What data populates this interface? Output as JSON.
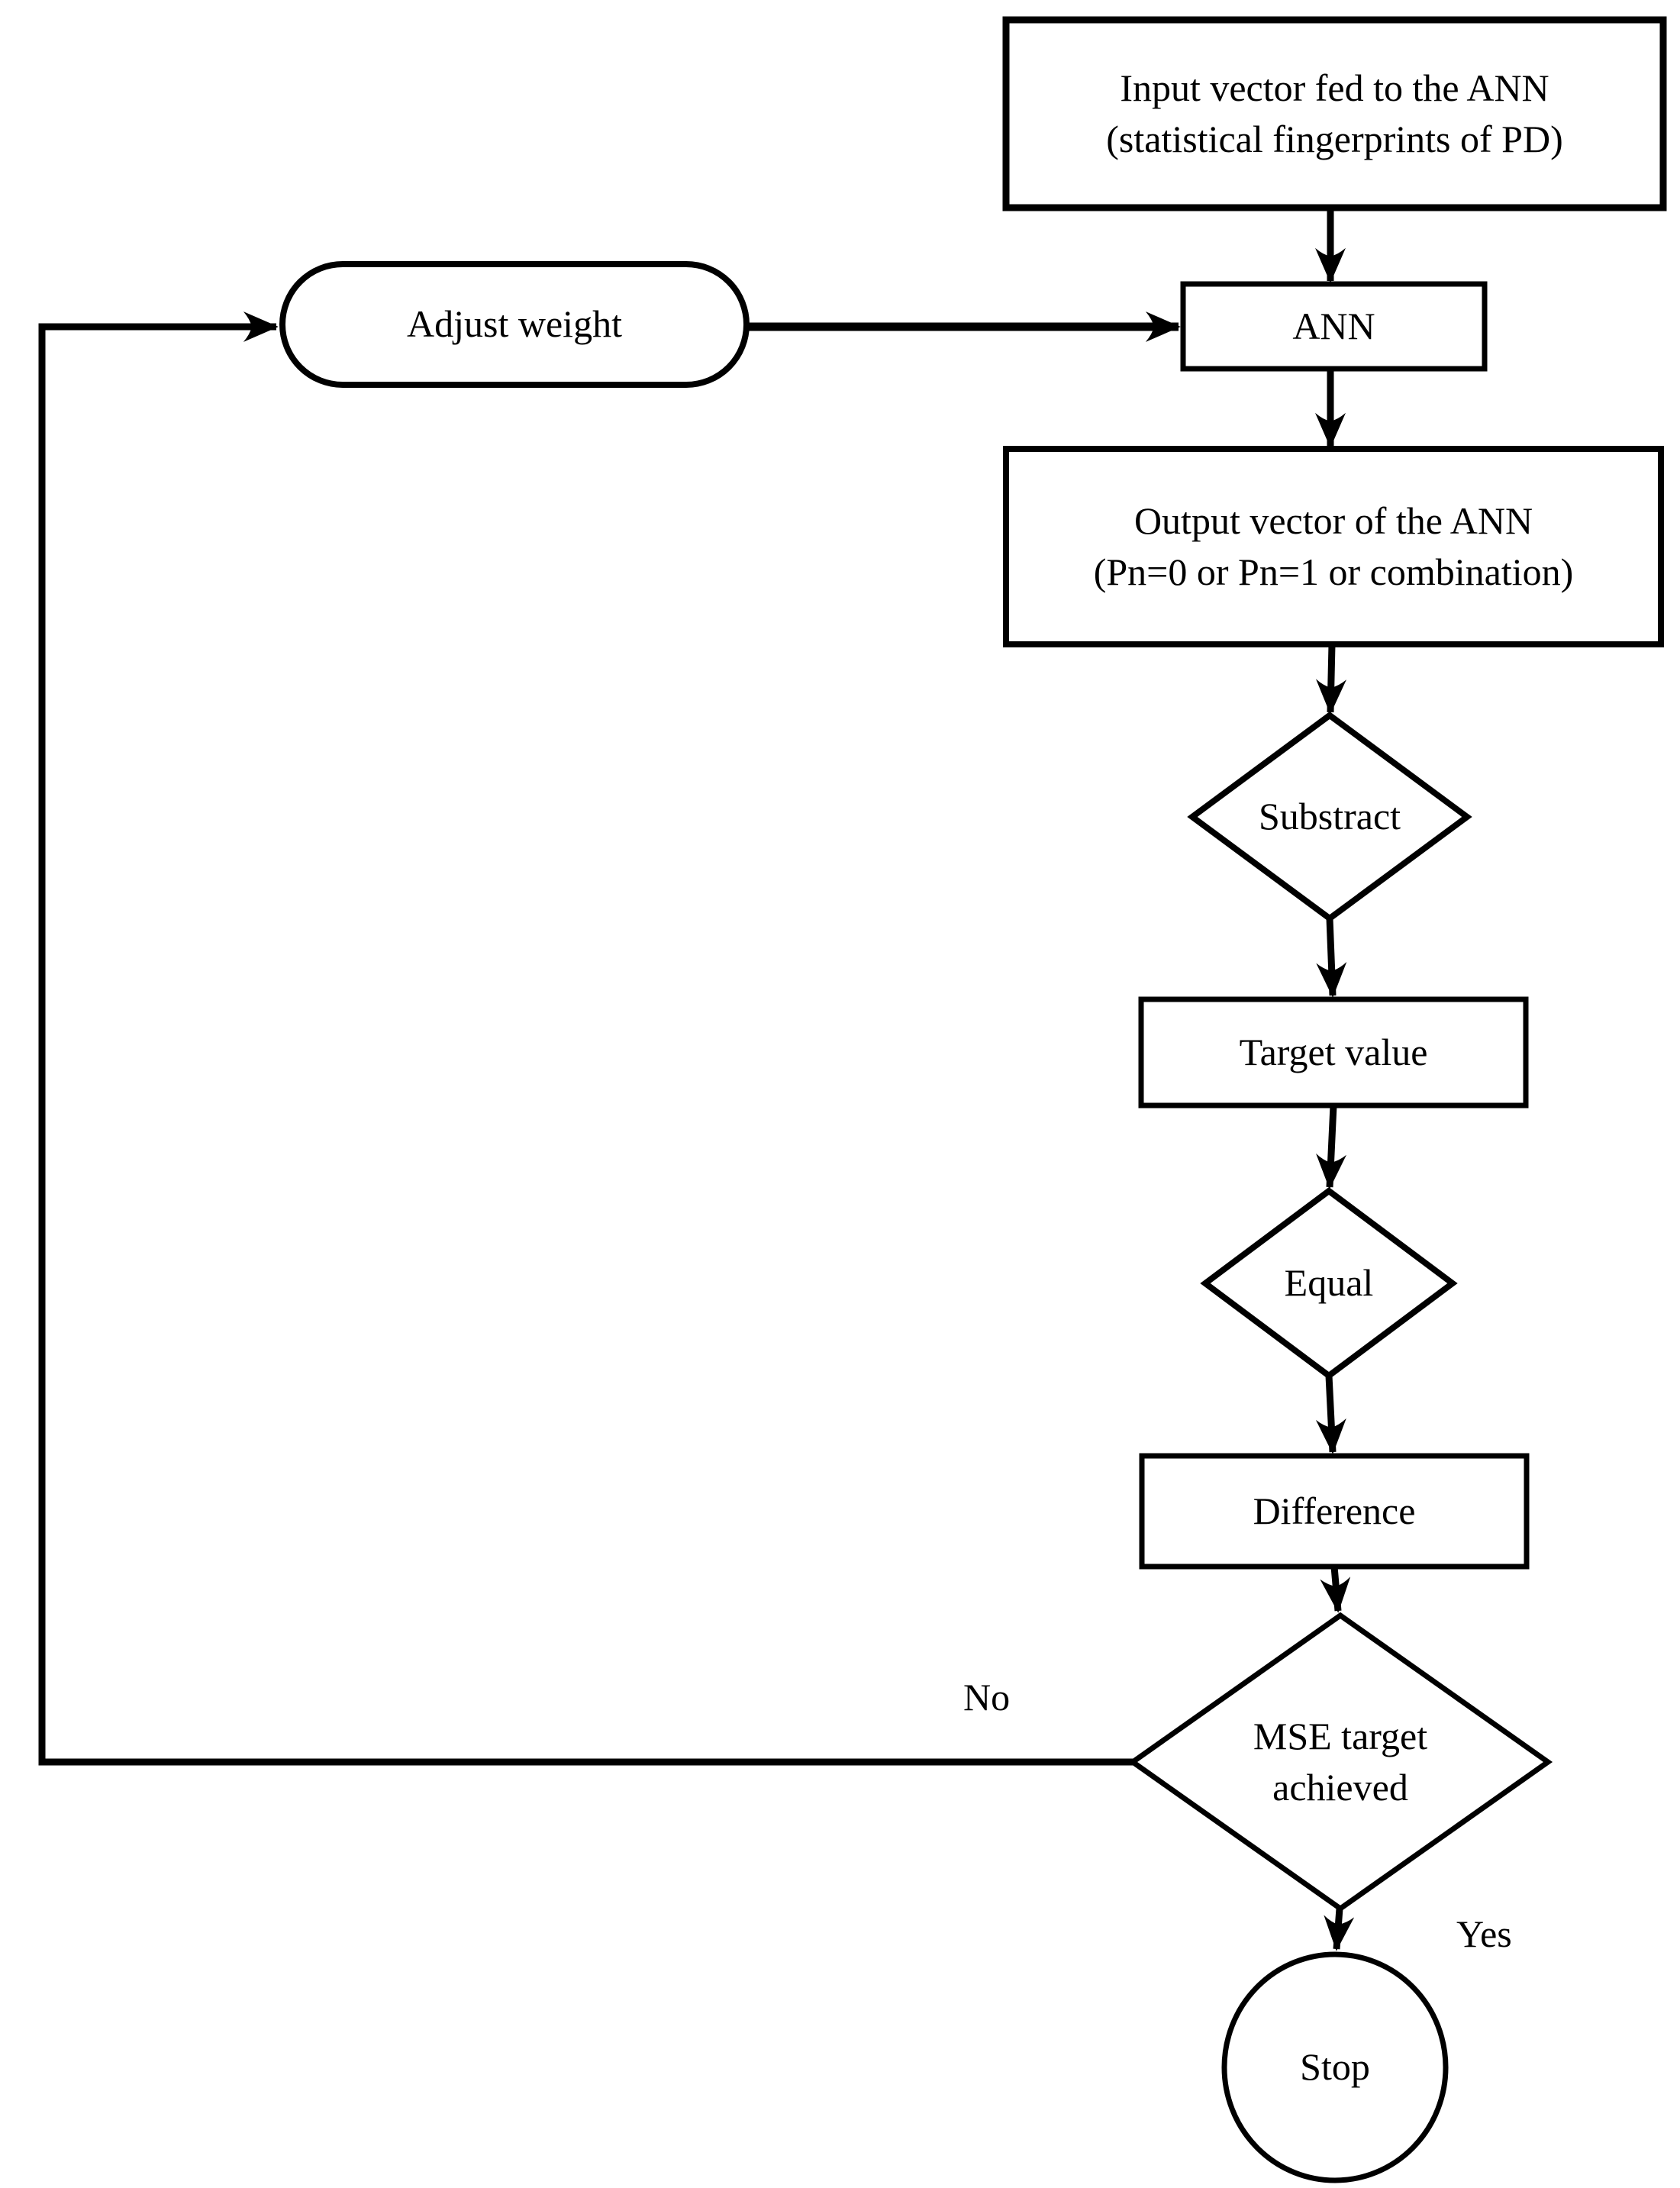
{
  "nodes": {
    "input_vector": {
      "line1": "Input vector fed to the ANN",
      "line2": "(statistical fingerprints of PD)"
    },
    "ann": {
      "label": "ANN"
    },
    "adjust_weight": {
      "label": "Adjust weight"
    },
    "output_vector": {
      "line1": "Output vector of the ANN",
      "line2": "(Pn=0 or Pn=1 or combination)"
    },
    "substract": {
      "label": "Substract"
    },
    "target_value": {
      "label": "Target value"
    },
    "equal": {
      "label": "Equal"
    },
    "difference": {
      "label": "Difference"
    },
    "mse_target": {
      "line1": "MSE target",
      "line2": "achieved"
    },
    "stop": {
      "label": "Stop"
    }
  },
  "edge_labels": {
    "no": "No",
    "yes": "Yes"
  },
  "colors": {
    "stroke": "#000000",
    "background": "#ffffff",
    "text": "#000000"
  }
}
